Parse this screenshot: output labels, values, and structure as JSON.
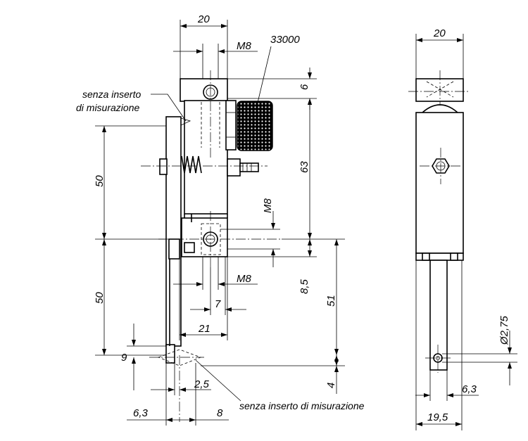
{
  "notes": {
    "no_insert_top_line1": "senza inserto",
    "no_insert_top_line2": "di misurazione",
    "no_insert_bottom": "senza inserto di misurazione",
    "part_number": "33000"
  },
  "dimensions": {
    "front_width_top": "20",
    "thread_top": "M8",
    "top_6": "6",
    "height_63": "63",
    "left_50_upper": "50",
    "left_50_lower": "50",
    "thread_mid_vertical": "M8",
    "thread_mid_horizontal": "M8",
    "dim_8_5": "8,5",
    "dim_7": "7",
    "dim_51": "51",
    "dim_21": "21",
    "dim_9": "9",
    "dim_2_5": "2,5",
    "dim_4": "4",
    "dim_6_3_front": "6,3",
    "dim_8_bottom": "8",
    "side_width_top": "20",
    "diameter_2_75": "Ø2,75",
    "dim_6_3_side": "6,3",
    "dim_19_5": "19,5"
  }
}
